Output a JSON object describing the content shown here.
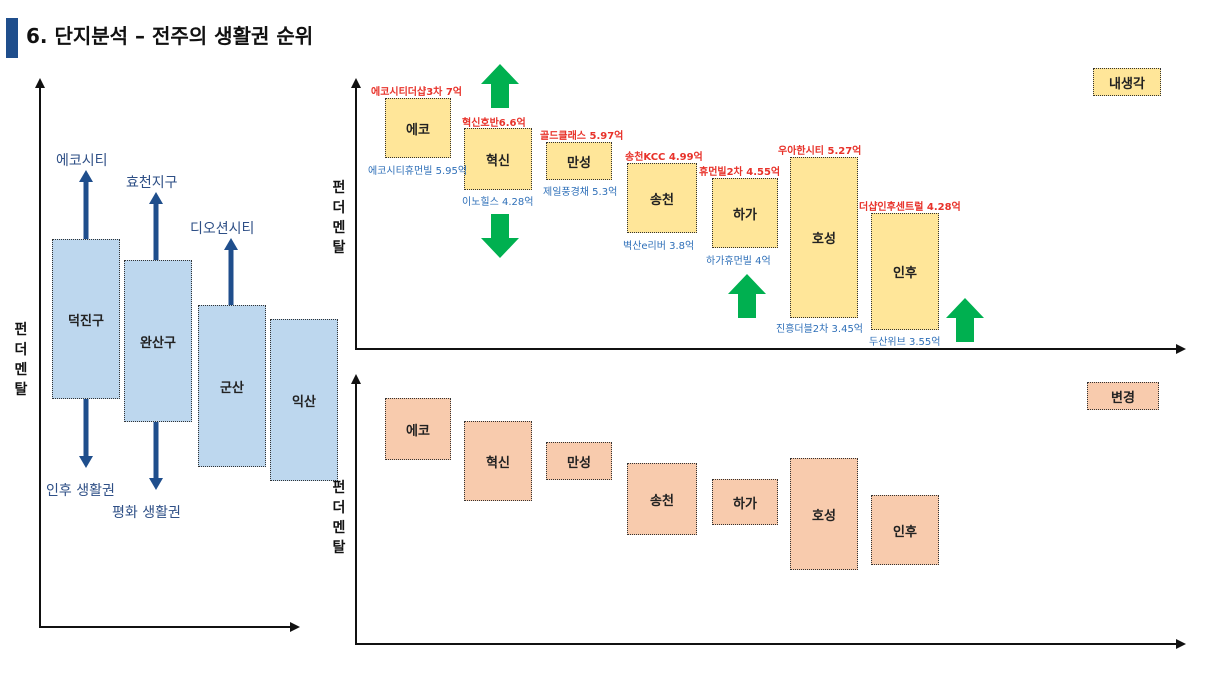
{
  "title": "6. 단지분석 – 전주의 생활권 순위",
  "axis_label": "펀더멘탈",
  "left": {
    "boxes": [
      "덕진구",
      "완산구",
      "군산",
      "익산"
    ],
    "up_labels": [
      "에코시티",
      "효천지구",
      "디오션시티"
    ],
    "down_labels": [
      "인후 생활권",
      "평화 생활권"
    ]
  },
  "top": {
    "tag": "내생각",
    "boxes": [
      "에코",
      "혁신",
      "만성",
      "송천",
      "하가",
      "호성",
      "인후"
    ],
    "red_labels": [
      "에코시티더샵3차 7억",
      "혁신호반6.6억",
      "골드클래스 5.97억",
      "송천KCC 4.99억",
      "휴먼빌2차 4.55억",
      "우아한시티 5.27억",
      "더샵인후센트럴 4.28억"
    ],
    "blue_labels": [
      "에코시티휴먼빌 5.95억",
      "이노힐스 4.28억",
      "제일풍경채 5.3억",
      "벽산e리버 3.8억",
      "하가휴먼빌 4억",
      "진흥더블2차 3.45억",
      "두산위브 3.55억"
    ]
  },
  "bottom": {
    "tag": "변경",
    "boxes": [
      "에코",
      "혁신",
      "만성",
      "송천",
      "하가",
      "호성",
      "인후"
    ]
  },
  "colors": {
    "blue_box": "#bdd7ee",
    "yellow_box": "#ffe699",
    "peach_box": "#f8cbad",
    "dark_arrow": "#1f4e8c",
    "green_arrow": "#00b050",
    "red_text": "#e8322a",
    "blue_text": "#2e6fb8"
  }
}
